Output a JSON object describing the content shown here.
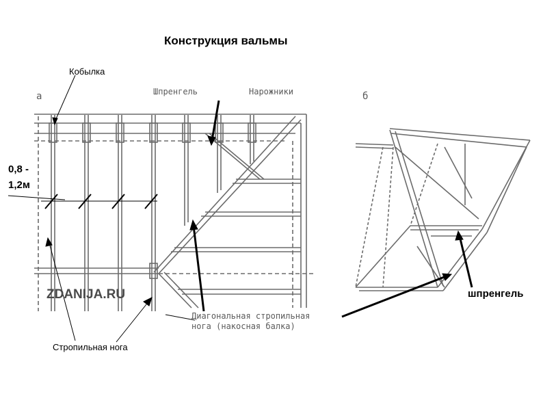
{
  "title": "Конструкция вальмы",
  "labels": {
    "kobylka": "Кобылка",
    "spacing_line1": "0,8 -",
    "spacing_line2": "1,2м",
    "rafter_leg": "Стропильная нога",
    "shprengel_bold": "шпренгель"
  },
  "drawing_text": {
    "panel_a": "a",
    "panel_b": "б",
    "shprengel": "Шпренгель",
    "narozhniki": "Нарожники",
    "diag_line1": "Диагональная стропильная",
    "diag_line2": "нога (накосная балка)",
    "watermark": "ZDANIJA.RU"
  }
}
